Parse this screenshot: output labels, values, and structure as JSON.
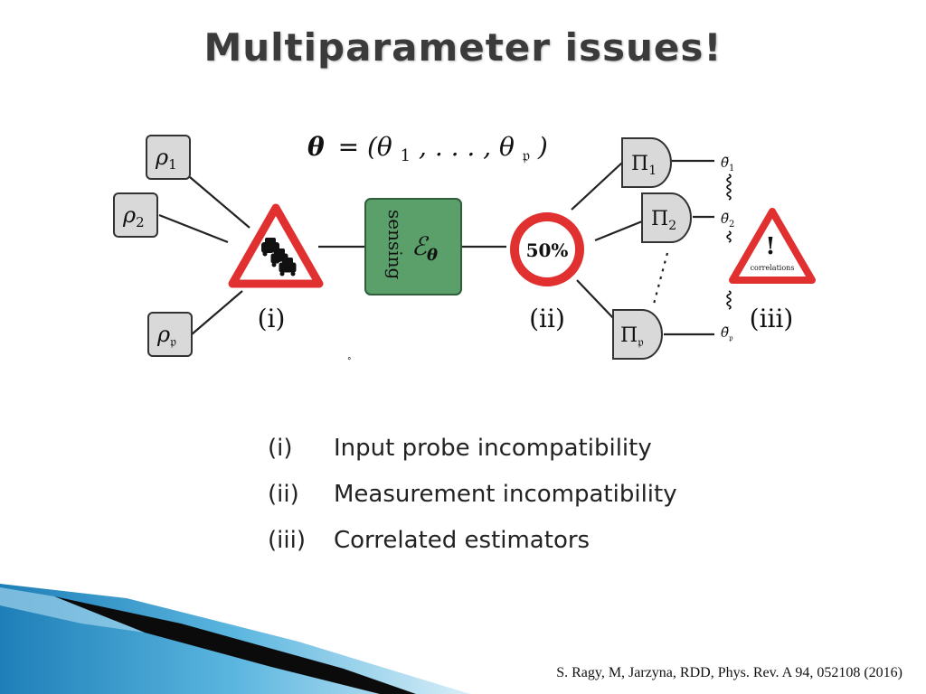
{
  "slide": {
    "title": "Multiparameter issues!",
    "citation": "S. Ragy, M, Jarzyna, RDD, Phys. Rev. A 94, 052108 (2016)"
  },
  "diagram": {
    "theta_equation": {
      "bold_theta": "θ",
      "equals_open": "= (θ",
      "sub1": "1",
      "dots": ", . . . , θ",
      "subp": "𝔭",
      "close": ")"
    },
    "probes": [
      {
        "symbol": "ρ",
        "sub": "1"
      },
      {
        "symbol": "ρ",
        "sub": "2"
      },
      {
        "symbol": "ρ",
        "sub": "𝔭"
      }
    ],
    "sensing_channel": {
      "label": "sensing",
      "symbol": "ℰ",
      "sub": "θ"
    },
    "measurement_sign": {
      "text": "50%"
    },
    "measurements": [
      {
        "symbol": "Π",
        "sub": "1"
      },
      {
        "symbol": "Π",
        "sub": "2"
      },
      {
        "symbol": "Π",
        "sub": "𝔭"
      }
    ],
    "estimators": [
      {
        "symbol": "θ̃",
        "sub": "1"
      },
      {
        "symbol": "θ̃",
        "sub": "2"
      },
      {
        "symbol": "θ̃",
        "sub": "𝔭"
      }
    ],
    "correlation_sign": {
      "mark": "!",
      "text": "correlations"
    },
    "stage_labels": [
      "(i)",
      "(ii)",
      "(iii)"
    ],
    "stray_mark": "°",
    "colors": {
      "sign_red": "#e03030",
      "box_green": "#5ba06a",
      "box_gray": "#d9d9d9"
    }
  },
  "issues": [
    {
      "num": "(i)",
      "text": "Input probe incompatibility"
    },
    {
      "num": "(ii)",
      "text": "Measurement incompatibility"
    },
    {
      "num": "(iii)",
      "text": "Correlated estimators"
    }
  ]
}
